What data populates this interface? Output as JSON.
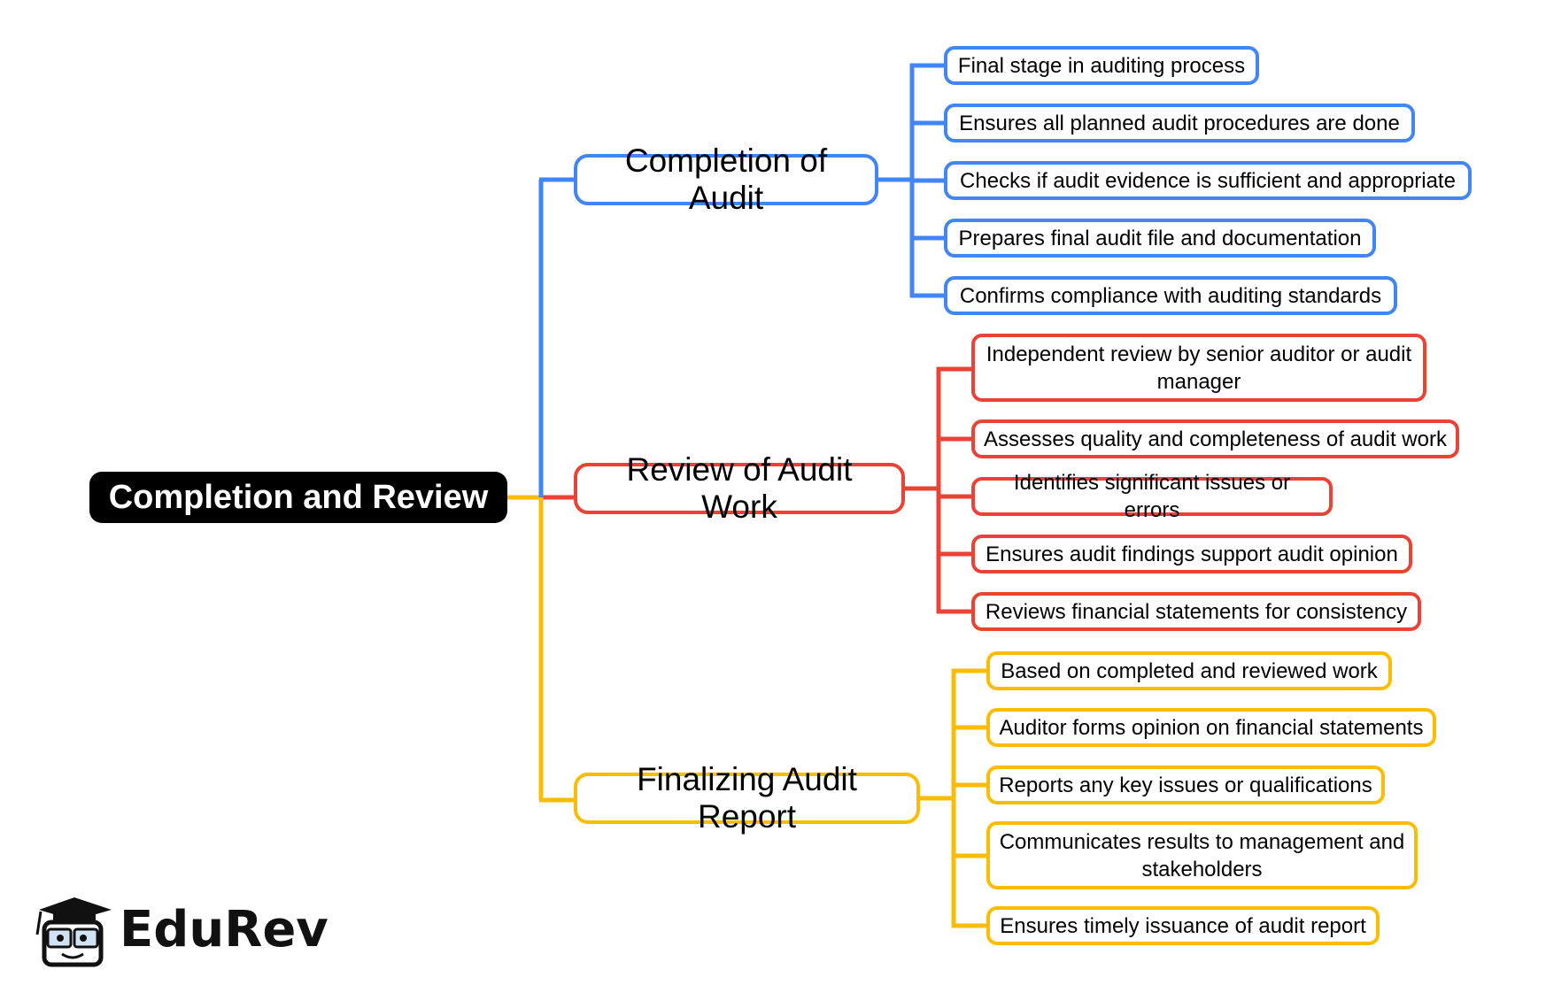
{
  "root": {
    "label": "Completion and Review"
  },
  "colors": {
    "completion": "#4285f4",
    "review": "#ea4335",
    "report": "#fbbc04",
    "root": "#000000"
  },
  "branches": [
    {
      "label": "Completion of Audit",
      "items": [
        "Final stage in auditing process",
        "Ensures all planned audit procedures are done",
        "Checks if audit evidence is sufficient and appropriate",
        "Prepares final audit file and documentation",
        "Confirms compliance with auditing standards"
      ]
    },
    {
      "label": "Review of Audit Work",
      "items": [
        "Independent review by senior auditor or audit manager",
        "Assesses quality and completeness of audit work",
        "Identifies significant issues or errors",
        "Ensures audit findings support audit opinion",
        "Reviews financial statements for consistency"
      ]
    },
    {
      "label": "Finalizing Audit Report",
      "items": [
        "Based on completed and reviewed work",
        "Auditor forms opinion on financial statements",
        "Reports any key issues or qualifications",
        "Communicates results to management and stakeholders",
        "Ensures timely issuance of audit report"
      ]
    }
  ],
  "logo": {
    "text": "EduRev",
    "icon": "graduation-cap-mascot-icon"
  }
}
